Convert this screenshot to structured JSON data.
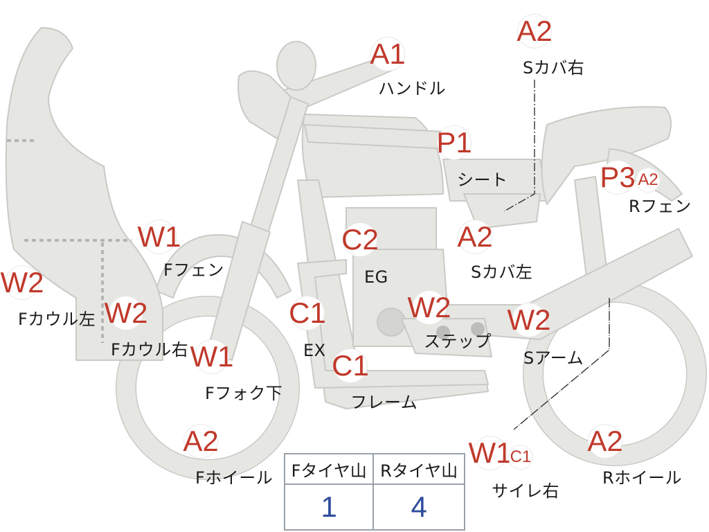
{
  "colors": {
    "body_fill": "#e6e6e3",
    "outline": "#c9c9c6",
    "grade_text": "#c0392b",
    "tire_value_text": "#2e4d9c",
    "table_border": "#9aa1a8"
  },
  "parts": [
    {
      "id": "handle",
      "grade": "A1",
      "label": "ハンドル"
    },
    {
      "id": "side-cover-right",
      "grade": "A2",
      "label": "Sカバ右"
    },
    {
      "id": "seat",
      "grade": "P1",
      "label": "シート"
    },
    {
      "id": "rear-fender",
      "grade": "P3",
      "grade2": "A2",
      "label": "Rフェン"
    },
    {
      "id": "front-fender",
      "grade": "W1",
      "label": "Fフェン"
    },
    {
      "id": "engine",
      "grade": "C2",
      "label": "EG"
    },
    {
      "id": "side-cover-left",
      "grade": "A2",
      "label": "Sカバ左"
    },
    {
      "id": "front-cowl-left",
      "grade": "W2",
      "label": "Fカウル左"
    },
    {
      "id": "front-cowl-right",
      "grade": "W2",
      "label": "Fカウル右"
    },
    {
      "id": "exhaust",
      "grade": "C1",
      "label": "EX"
    },
    {
      "id": "step",
      "grade": "W2",
      "label": "ステップ"
    },
    {
      "id": "swingarm",
      "grade": "W2",
      "label": "Sアーム"
    },
    {
      "id": "front-fork-lower",
      "grade": "W1",
      "label": "Fフォク下"
    },
    {
      "id": "frame",
      "grade": "C1",
      "label": "フレーム"
    },
    {
      "id": "front-wheel",
      "grade": "A2",
      "label": "Fホイール"
    },
    {
      "id": "muffler-right",
      "grade": "W1",
      "grade2": "C1",
      "label": "サイレ右"
    },
    {
      "id": "rear-wheel",
      "grade": "A2",
      "label": "Rホイール"
    }
  ],
  "tire_table": {
    "headers": [
      "Fタイヤ山",
      "Rタイヤ山"
    ],
    "values": [
      "1",
      "4"
    ]
  }
}
